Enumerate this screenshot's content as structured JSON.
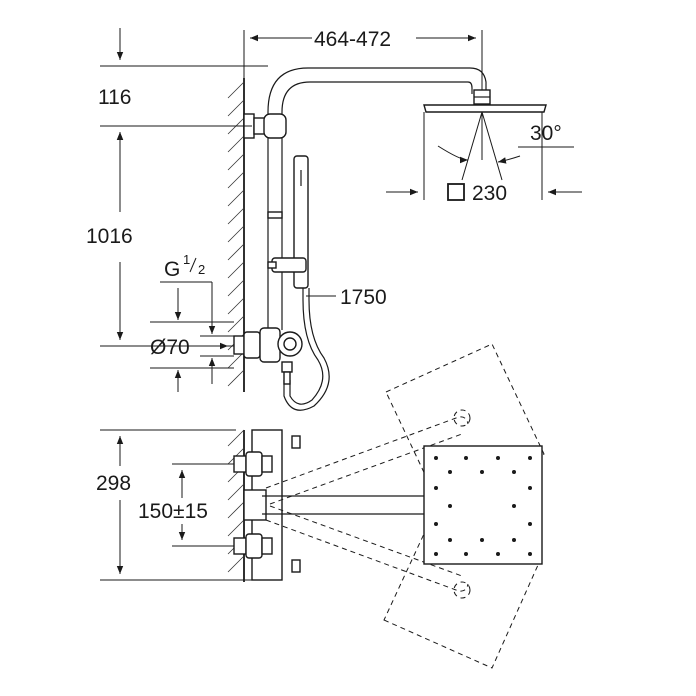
{
  "dimensions": {
    "arm_projection": "464-472",
    "top_offset": "116",
    "bar_height": "1016",
    "thread_main": "G",
    "thread_sup": "1",
    "thread_sub": "2",
    "rosette_diameter": "Ø70",
    "hose_length": "1750",
    "head_size": "230",
    "tilt_angle": "30°",
    "mixer_height": "298",
    "centre_distance": "150±15"
  }
}
